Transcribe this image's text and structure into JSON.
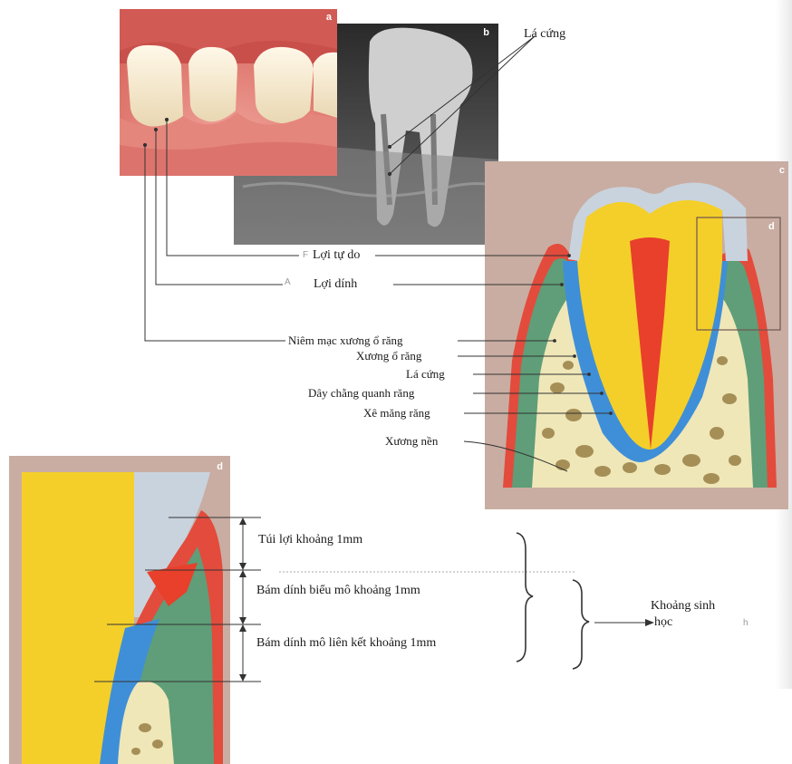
{
  "panels": {
    "a": "a",
    "b": "b",
    "c": "c",
    "d_inset": "d",
    "d": "d",
    "h": "h"
  },
  "labels": {
    "la_cung_top": "Lá cứng",
    "loi_tu_do": "Lợi tự do",
    "loi_tu_do_marker": "F",
    "loi_dinh": "Lợi dính",
    "loi_dinh_marker": "A",
    "niem_mac": "Niêm mạc xương ổ răng",
    "xuong_o_rang": "Xương ổ răng",
    "la_cung": "Lá cứng",
    "day_chang": "Dây chằng quanh răng",
    "xe_mang": "Xê măng răng",
    "xuong_nen": "Xương nền"
  },
  "detail": {
    "tui_loi": "Túi lợi khoảng 1mm",
    "bam_dinh_bieu_mo": "Bám dính biểu mô khoảng 1mm",
    "bam_dinh_lien_ket": "Bám dính mô liên kết khoảng 1mm",
    "khoang_sinh_hoc_1": "Khoảng sinh",
    "khoang_sinh_hoc_2": "học"
  },
  "colors": {
    "enamel": "#c9d3de",
    "dentin": "#f4cf2a",
    "pulp": "#e8402b",
    "gingiva_red": "#e34b3c",
    "green_tissue": "#5f9e78",
    "blue_ligament": "#3f8fd8",
    "bone": "#efe7b8",
    "bone_holes": "#a58f57",
    "background_mauve": "#cbb1a6"
  }
}
